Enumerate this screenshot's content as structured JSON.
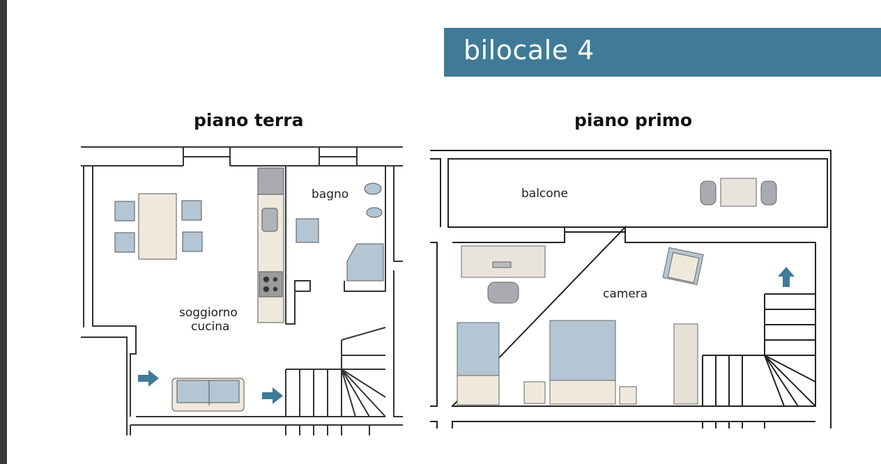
{
  "header": {
    "title": "bilocale 4",
    "color": "#3f7b97"
  },
  "floors": [
    {
      "title": "piano terra",
      "rooms": [
        "bagno",
        "soggiorno",
        "cucina"
      ]
    },
    {
      "title": "piano primo",
      "rooms": [
        "balcone",
        "camera"
      ]
    }
  ],
  "colors": {
    "furniture_blue": "#b4c5d4",
    "furniture_beige": "#efe8dc",
    "arrow": "#3f7b97",
    "wall": "#333333"
  }
}
